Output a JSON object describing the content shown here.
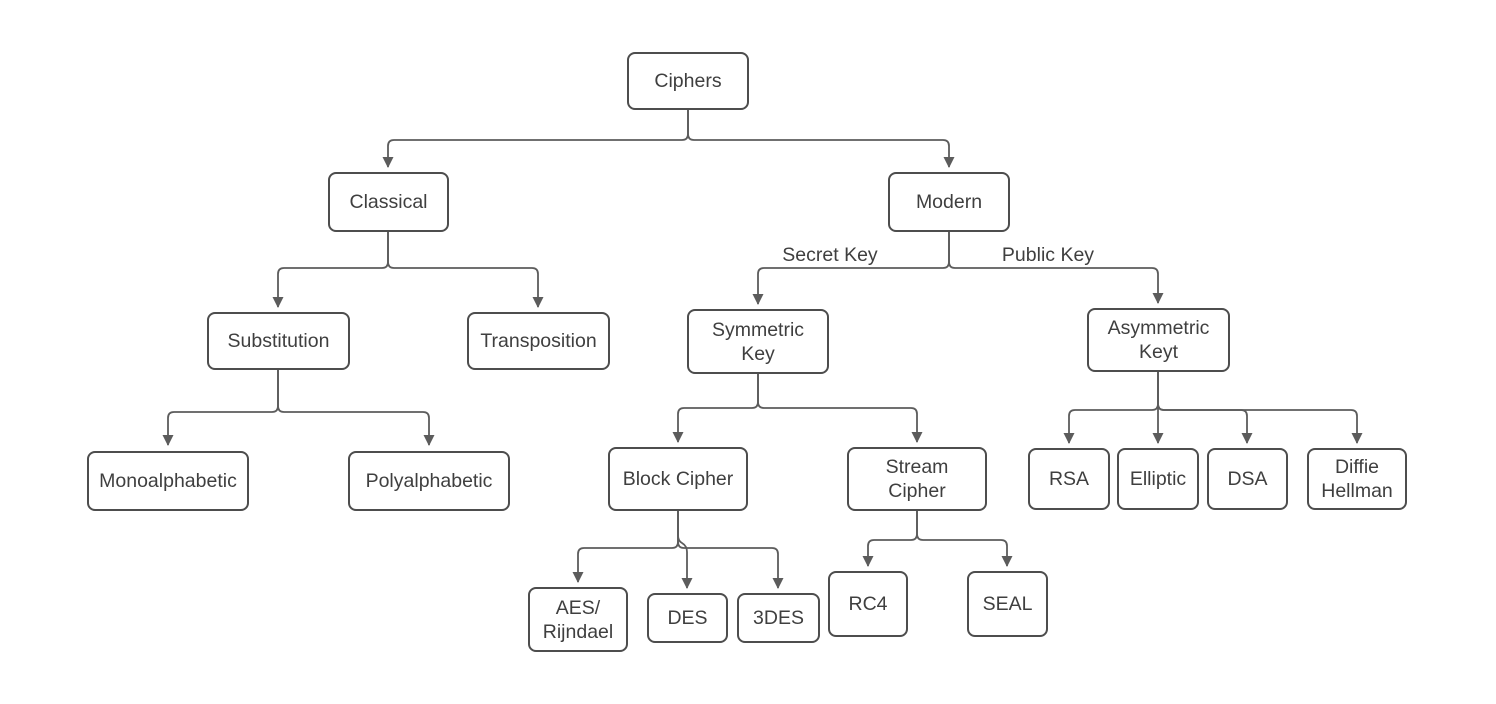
{
  "diagram": {
    "nodes": {
      "ciphers": {
        "line1": "Ciphers"
      },
      "classical": {
        "line1": "Classical"
      },
      "modern": {
        "line1": "Modern"
      },
      "substitution": {
        "line1": "Substitution"
      },
      "transposition": {
        "line1": "Transposition"
      },
      "symmetric_key": {
        "line1": "Symmetric",
        "line2": "Key"
      },
      "asymmetric_key": {
        "line1": "Asymmetric",
        "line2": "Keyt"
      },
      "monoalphabetic": {
        "line1": "Monoalphabetic"
      },
      "polyalphabetic": {
        "line1": "Polyalphabetic"
      },
      "block_cipher": {
        "line1": "Block Cipher"
      },
      "stream_cipher": {
        "line1": "Stream",
        "line2": "Cipher"
      },
      "aes_rijndael": {
        "line1": "AES/",
        "line2": "Rijndael"
      },
      "des": {
        "line1": "DES"
      },
      "tdes": {
        "line1": "3DES"
      },
      "rc4": {
        "line1": "RC4"
      },
      "seal": {
        "line1": "SEAL"
      },
      "rsa": {
        "line1": "RSA"
      },
      "elliptic": {
        "line1": "Elliptic"
      },
      "dsa": {
        "line1": "DSA"
      },
      "diffie_hellman": {
        "line1": "Diffie",
        "line2": "Hellman"
      }
    },
    "edge_labels": {
      "secret_key": "Secret Key",
      "public_key": "Public Key"
    },
    "colors": {
      "box_border": "#4d4d4d",
      "connector": "#5c5c5c",
      "text": "#3f3f3f",
      "background": "#ffffff"
    }
  }
}
